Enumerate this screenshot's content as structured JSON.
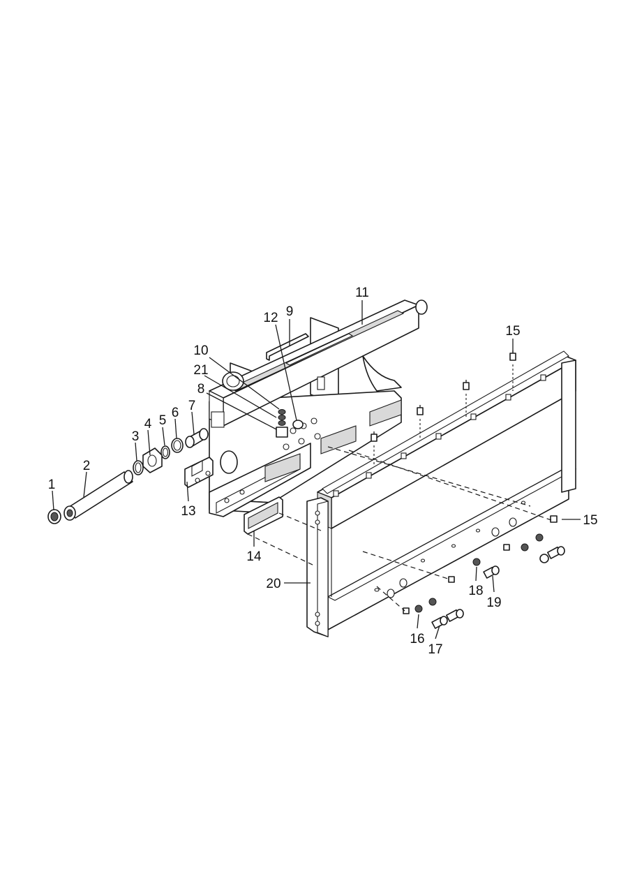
{
  "diagram": {
    "callouts": [
      {
        "id": "c1",
        "label": "1"
      },
      {
        "id": "c2",
        "label": "2"
      },
      {
        "id": "c3",
        "label": "3"
      },
      {
        "id": "c4",
        "label": "4"
      },
      {
        "id": "c5",
        "label": "5"
      },
      {
        "id": "c6",
        "label": "6"
      },
      {
        "id": "c7",
        "label": "7"
      },
      {
        "id": "c8",
        "label": "8"
      },
      {
        "id": "c9",
        "label": "9"
      },
      {
        "id": "c10",
        "label": "10"
      },
      {
        "id": "c11",
        "label": "11"
      },
      {
        "id": "c12",
        "label": "12"
      },
      {
        "id": "c13",
        "label": "13"
      },
      {
        "id": "c14",
        "label": "14"
      },
      {
        "id": "c15a",
        "label": "15"
      },
      {
        "id": "c15b",
        "label": "15"
      },
      {
        "id": "c16",
        "label": "16"
      },
      {
        "id": "c17",
        "label": "17"
      },
      {
        "id": "c18",
        "label": "18"
      },
      {
        "id": "c19",
        "label": "19"
      },
      {
        "id": "c20",
        "label": "20"
      },
      {
        "id": "c21",
        "label": "21"
      }
    ]
  }
}
